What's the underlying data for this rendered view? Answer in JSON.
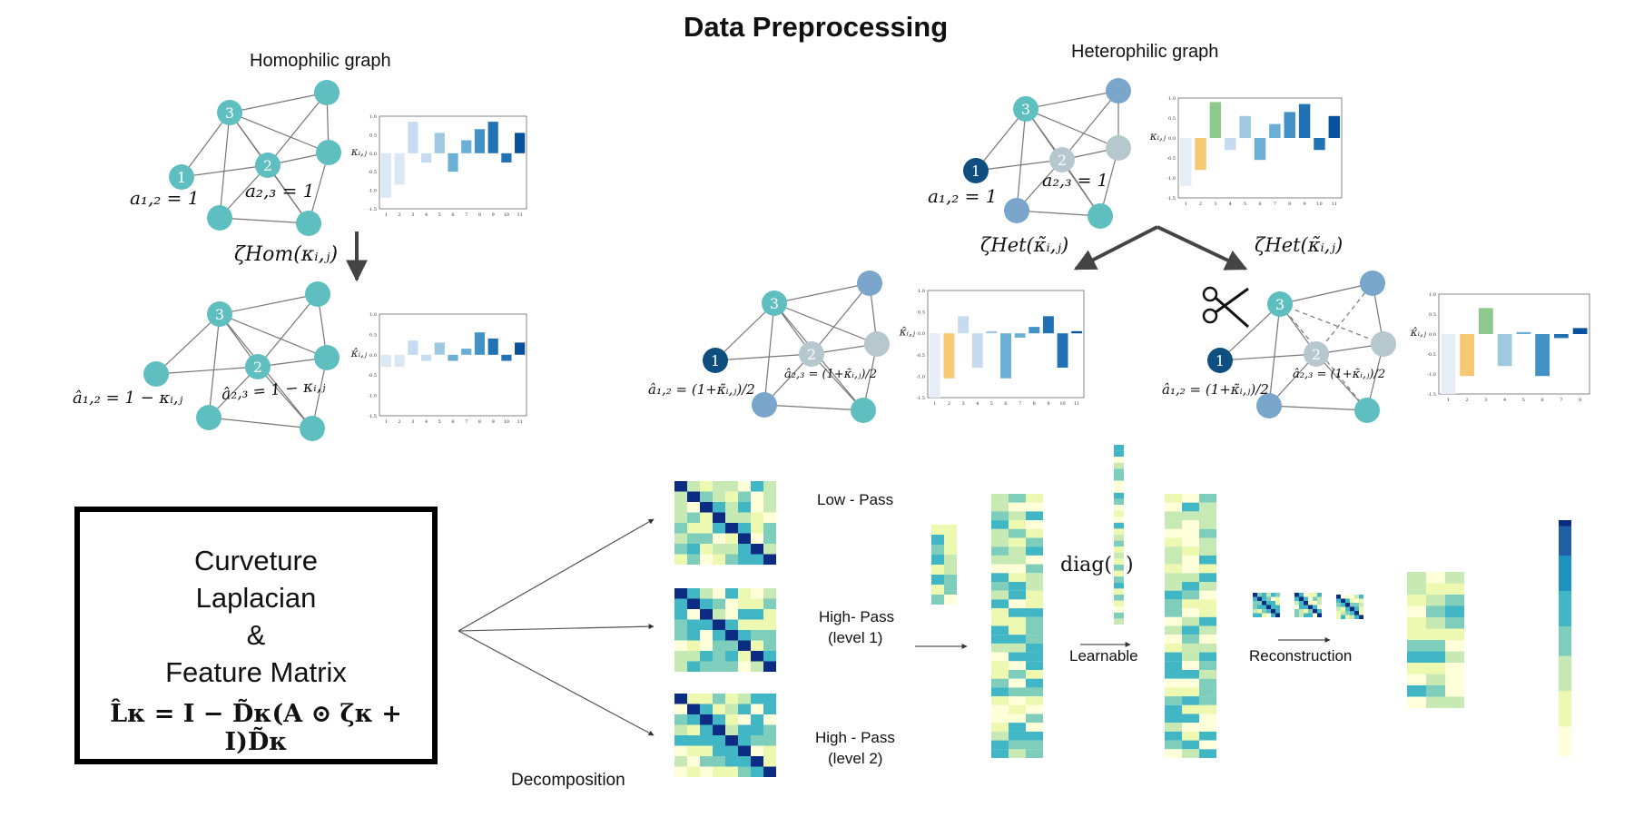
{
  "title": "Data Preprocessing",
  "homophilic": {
    "label": "Homophilic graph",
    "node1": "1",
    "node2": "2",
    "node3": "3",
    "edge12": "a₁,₂ = 1",
    "edge23": "a₂,₃ = 1",
    "transform": "ζHom(κᵢ,ⱼ)",
    "new12": "â₁,₂ = 1 − κᵢ,ⱼ",
    "new23": "â₂,₃ = 1 − κᵢ,ⱼ",
    "axis_label": "κᵢ,ⱼ",
    "axis_label_hat": "κ̂ᵢ,ⱼ"
  },
  "heterophilic": {
    "label": "Heterophilic graph",
    "node1": "1",
    "node2": "2",
    "node3": "3",
    "edge12": "a₁,₂ = 1",
    "edge23": "a₂,₃ = 1",
    "transform_left": "ζHet(κ̃ᵢ,ⱼ)",
    "transform_right": "ζHet(κ̃ᵢ,ⱼ)",
    "new12": "â₁,₂ = (1+κ̃ᵢ,ⱼ)/2",
    "new23": "â₂,₃ = (1+κ̃ᵢ,ⱼ)/2",
    "axis_label": "κᵢ,ⱼ",
    "axis_label_hat": "κ̂ᵢ,ⱼ"
  },
  "box": {
    "line1": "Curveture",
    "line2": "Laplacian",
    "line3": "&",
    "line4": "Feature Matrix",
    "formula": "L̂κ = I − D̃κ(A ⊙ ζκ + I)D̃κ"
  },
  "decomposition": "Decomposition",
  "low_pass": "Low - Pass",
  "high_pass_1": "High- Pass",
  "level_1": "(level 1)",
  "high_pass_2": "High - Pass",
  "level_2": "(level 2)",
  "diag": "diag(",
  "diag_close": ")",
  "learnable": "Learnable",
  "reconstruction": "Reconstruction",
  "chart_data": [
    {
      "type": "bar",
      "chart": "homophilic_original",
      "categories": [
        "1",
        "2",
        "3",
        "4",
        "5",
        "6",
        "7",
        "8",
        "9",
        "10",
        "11"
      ],
      "values": [
        -1.2,
        -0.85,
        0.85,
        -0.25,
        0.55,
        -0.5,
        0.35,
        0.65,
        0.85,
        -0.25,
        0.55
      ],
      "ylim": [
        -1.5,
        1.0
      ],
      "yticks": [
        "1.0",
        "0.5",
        "0.0",
        "-0.5",
        "-1.0",
        "-1.5"
      ],
      "ylabel": "κᵢ,ⱼ"
    },
    {
      "type": "bar",
      "chart": "homophilic_transformed",
      "categories": [
        "1",
        "2",
        "3",
        "4",
        "5",
        "6",
        "7",
        "8",
        "9",
        "10",
        "11"
      ],
      "values": [
        -0.3,
        -0.3,
        0.35,
        -0.15,
        0.3,
        -0.15,
        0.15,
        0.55,
        0.4,
        -0.15,
        0.3
      ],
      "ylim": [
        -1.5,
        1.0
      ],
      "yticks": [
        "1.0",
        "0.5",
        "0.0",
        "-0.5",
        "-1.0",
        "-1.5"
      ],
      "ylabel": "κ̂ᵢ,ⱼ"
    },
    {
      "type": "bar",
      "chart": "heterophilic_original",
      "categories": [
        "1",
        "2",
        "3",
        "4",
        "5",
        "6",
        "7",
        "8",
        "9",
        "10",
        "11"
      ],
      "values": [
        -1.2,
        -0.8,
        0.9,
        -0.3,
        0.55,
        -0.55,
        0.35,
        0.65,
        0.85,
        -0.3,
        0.55
      ],
      "ylim": [
        -1.5,
        1.0
      ],
      "yticks": [
        "1.0",
        "0.5",
        "0.0",
        "-0.5",
        "-1.0",
        "-1.5"
      ],
      "ylabel": "κᵢ,ⱼ"
    },
    {
      "type": "bar",
      "chart": "heterophilic_soft",
      "categories": [
        "1",
        "2",
        "3",
        "4",
        "5",
        "6",
        "7",
        "8",
        "9",
        "10",
        "11"
      ],
      "values": [
        -1.5,
        -1.05,
        0.4,
        -0.8,
        0.05,
        -1.05,
        -0.1,
        0.15,
        0.4,
        -0.8,
        0.05
      ],
      "ylim": [
        -1.5,
        1.0
      ],
      "yticks": [
        "1.0",
        "0.5",
        "0.0",
        "-0.5",
        "-1.0",
        "-1.5"
      ],
      "ylabel": "κ̂ᵢ,ⱼ"
    },
    {
      "type": "bar",
      "chart": "heterophilic_pruned",
      "categories": [
        "1",
        "2",
        "3",
        "4",
        "5",
        "6",
        "7",
        "8"
      ],
      "values": [
        -1.5,
        -1.05,
        0.65,
        -0.8,
        0.05,
        -1.05,
        -0.1,
        0.15
      ],
      "ylim": [
        -1.5,
        1.0
      ],
      "yticks": [
        "1.0",
        "0.5",
        "0.0",
        "-0.5",
        "-1.0",
        "-1.5"
      ],
      "ylabel": "κ̂ᵢ,ⱼ"
    }
  ],
  "colors": {
    "teal_node": "#5fbfc0",
    "dark_node": "#0e4f80",
    "grey_node": "#b7c7ce",
    "blue_node": "#7aa6cc",
    "arrow": "#444444"
  }
}
